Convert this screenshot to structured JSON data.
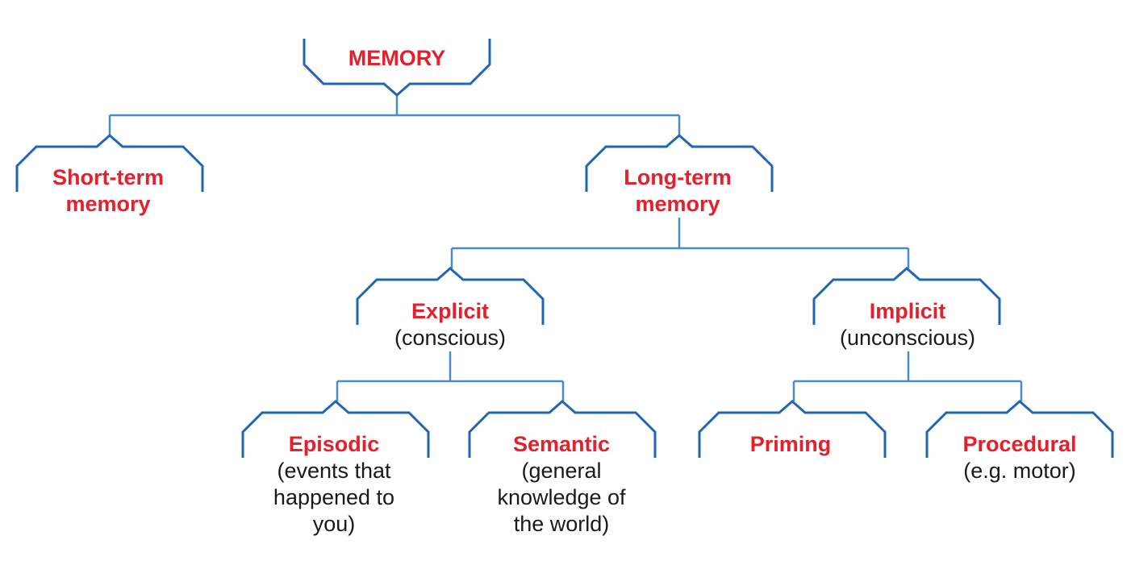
{
  "diagram": {
    "title": "Memory taxonomy",
    "colors": {
      "title_text": "#e3202b",
      "sub_text": "#1a1a1a",
      "bracket": "#1f67b5",
      "connector": "#4a8cc9"
    },
    "nodes": {
      "memory": {
        "title": "MEMORY",
        "sub": []
      },
      "short_term": {
        "title_lines": [
          "Short-term",
          "memory"
        ],
        "sub": []
      },
      "long_term": {
        "title_lines": [
          "Long-term",
          "memory"
        ],
        "sub": []
      },
      "explicit": {
        "title": "Explicit",
        "sub": [
          "(conscious)"
        ]
      },
      "implicit": {
        "title": "Implicit",
        "sub": [
          "(unconscious)"
        ]
      },
      "episodic": {
        "title": "Episodic",
        "sub": [
          "(events that",
          "happened to",
          "you)"
        ]
      },
      "semantic": {
        "title": "Semantic",
        "sub": [
          "(general",
          "knowledge of",
          "the world)"
        ]
      },
      "priming": {
        "title": "Priming",
        "sub": []
      },
      "procedural": {
        "title": "Procedural",
        "sub": [
          "(e.g. motor)"
        ]
      }
    },
    "edges": [
      [
        "memory",
        "short_term"
      ],
      [
        "memory",
        "long_term"
      ],
      [
        "long_term",
        "explicit"
      ],
      [
        "long_term",
        "implicit"
      ],
      [
        "explicit",
        "episodic"
      ],
      [
        "explicit",
        "semantic"
      ],
      [
        "implicit",
        "priming"
      ],
      [
        "implicit",
        "procedural"
      ]
    ]
  }
}
